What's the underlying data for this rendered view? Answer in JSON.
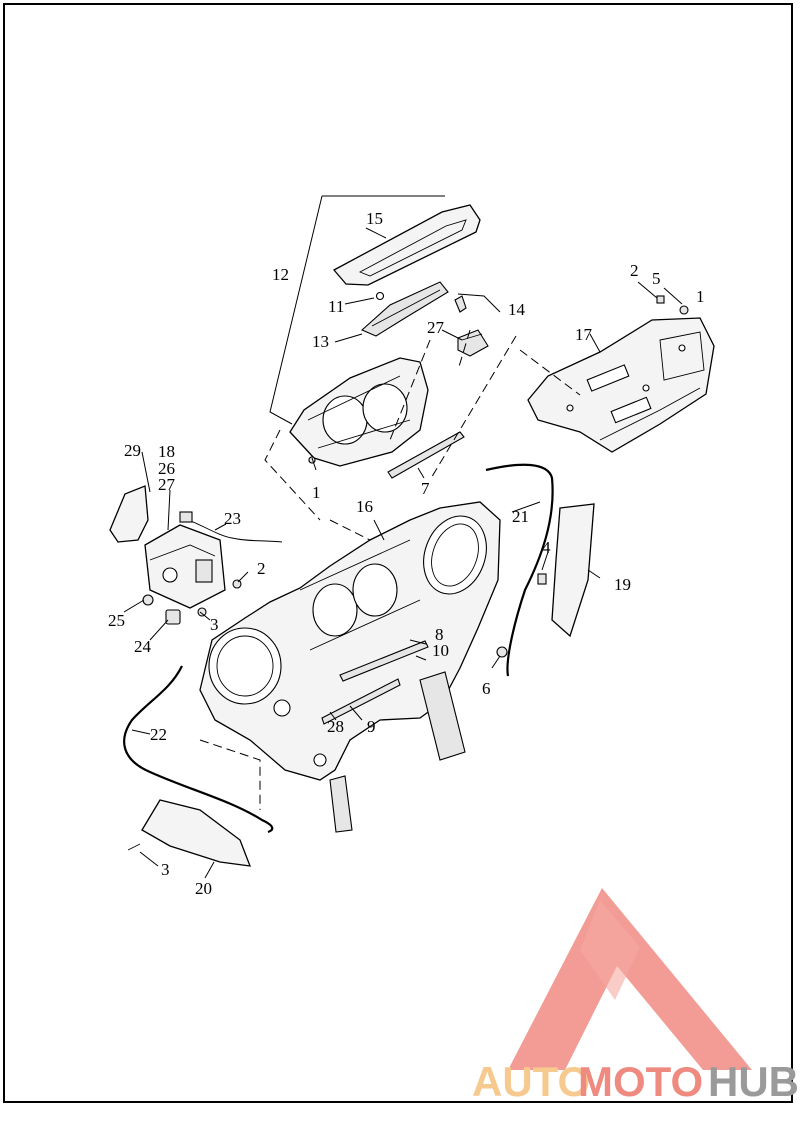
{
  "callouts": {
    "c1a": "1",
    "c1b": "1",
    "c2a": "2",
    "c2b": "2",
    "c3a": "3",
    "c3b": "3",
    "c4": "4",
    "c5": "5",
    "c6": "6",
    "c7": "7",
    "c8": "8",
    "c9": "9",
    "c10": "10",
    "c11": "11",
    "c12": "12",
    "c13": "13",
    "c14": "14",
    "c15": "15",
    "c16": "16",
    "c17": "17",
    "c18": "18",
    "c19": "19",
    "c20": "20",
    "c21": "21",
    "c22": "22",
    "c23": "23",
    "c24": "24",
    "c25": "25",
    "c26": "26",
    "c27a": "27",
    "c27b": "27",
    "c28": "28",
    "c29": "29"
  },
  "watermark": {
    "auto": "AUTO",
    "moto": "MOTO",
    "hub": "HUB",
    "logo_color": "#f08b82",
    "auto_color": "#f6c98f",
    "hub_color": "#9a9a9a"
  }
}
